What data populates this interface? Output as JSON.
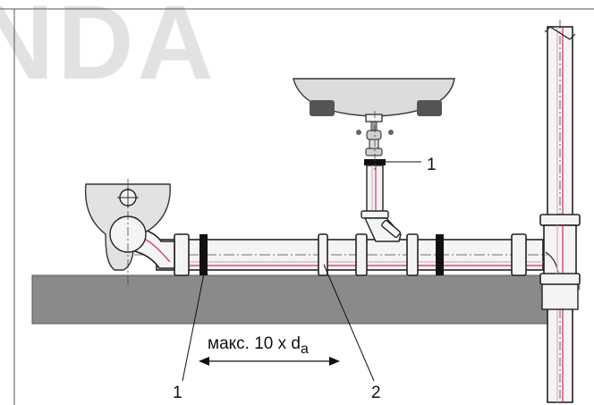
{
  "watermark": "NDA",
  "callouts": {
    "fixed_point_top": "1",
    "fixed_point_bottom": "1",
    "sliding_point": "2"
  },
  "dimension": {
    "prefix": "макс. 10 x d",
    "subscript": "a"
  },
  "colors": {
    "slab": "#8a8a8a",
    "pipe_fill": "#f4f4f4",
    "pipe_stroke": "#222222",
    "inner_red": "#d2295a",
    "inner_pink": "#e9a4be",
    "clamp_black": "#111111",
    "watermark": "#e2e2e2"
  }
}
